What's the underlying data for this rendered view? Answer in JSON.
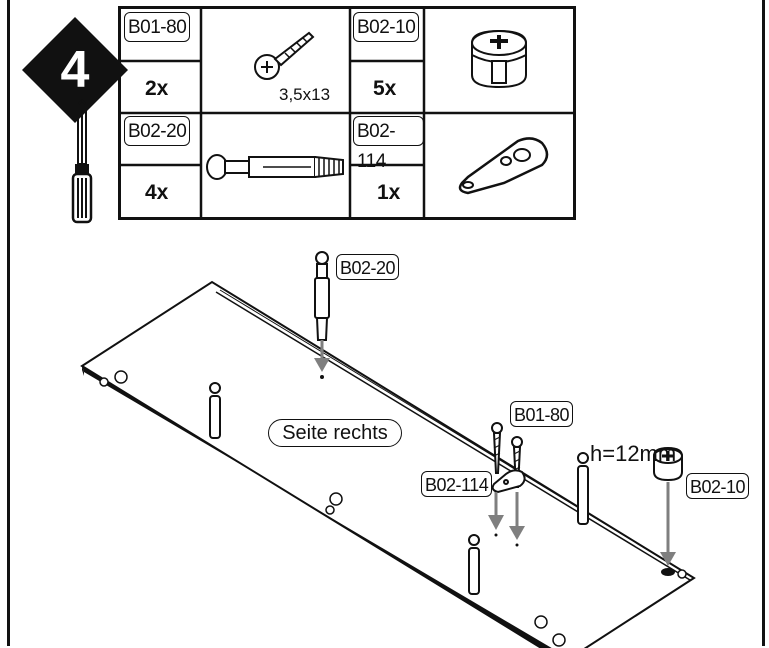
{
  "step": {
    "number": "4"
  },
  "parts": [
    {
      "code": "B01-80",
      "qty": "2x",
      "size": "3,5x13",
      "icon": "screw-icon"
    },
    {
      "code": "B02-10",
      "qty": "5x",
      "icon": "cam-lock-icon"
    },
    {
      "code": "B02-20",
      "qty": "4x",
      "icon": "connecting-bolt-icon"
    },
    {
      "code": "B02-114",
      "qty": "1x",
      "icon": "shelf-bracket-icon"
    }
  ],
  "tool": {
    "icon": "screwdriver-icon"
  },
  "assembly": {
    "panel_label": "Seite rechts",
    "callouts": {
      "bolt": "B02-20",
      "screw": "B01-80",
      "bracket": "B02-114",
      "cam": "B02-10"
    },
    "height_note": "h=12mm"
  },
  "colors": {
    "ink": "#111111",
    "arrow": "#7f7f7f",
    "paper": "#ffffff"
  }
}
